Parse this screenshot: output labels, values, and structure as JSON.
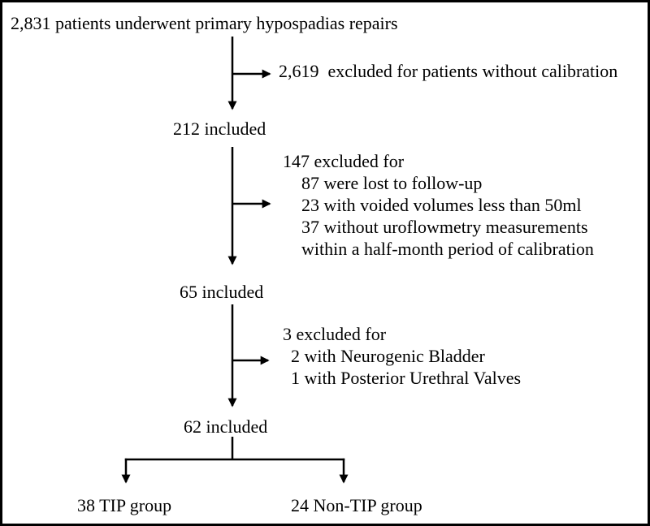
{
  "flowchart": {
    "title": "2,831 patients underwent primary hypospadias repairs",
    "nodes": {
      "included_212": "212 included",
      "included_65": "65 included",
      "included_62": "62 included",
      "tip_group": "38 TIP group",
      "non_tip_group": "24 Non-TIP group"
    },
    "exclusions": [
      {
        "heading": "2,619  excluded for patients without calibration",
        "items": []
      },
      {
        "heading": "147 excluded for",
        "items": [
          "87 were lost to follow-up",
          "23 with voided volumes less than 50ml",
          "37 without uroflowmetry measurements",
          "within a half-month period of calibration"
        ]
      },
      {
        "heading": "3 excluded for",
        "items": [
          "2 with Neurogenic Bladder",
          "1 with Posterior Urethral Valves"
        ]
      }
    ],
    "colors": {
      "line": "#000000",
      "text": "#000000",
      "background": "#ffffff",
      "border": "#000000"
    }
  }
}
